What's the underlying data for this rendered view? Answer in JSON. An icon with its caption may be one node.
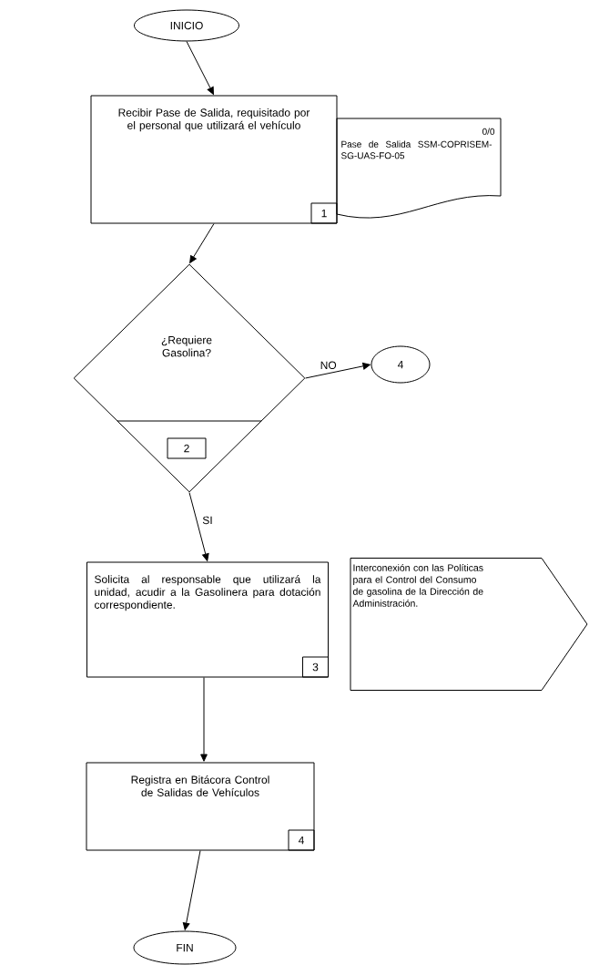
{
  "diagram": {
    "nodes": [
      {
        "text": [
          "INICIO"
        ]
      },
      {
        "text": [
          "Recibir Pase de Salida, requisitado por el personal que utilizará el vehículo",
          "1"
        ]
      },
      {
        "text": [
          "0/0",
          "Pase de Salida SSM-COPRISEM-SG-UAS-FO-05"
        ]
      },
      {
        "text": [
          "¿Requiere Gasolina?",
          "2"
        ]
      },
      {
        "text": [
          "4"
        ]
      },
      {
        "text": [
          "Solicita al responsable que utilizará la unidad, acudir a la Gasolinera para dotación correspondiente.",
          "3"
        ]
      },
      {
        "text": [
          "Interconexión con las Políticas para el Control del Consumo de gasolina de la Dirección de Administración."
        ]
      },
      {
        "text": [
          "Registra en Bitácora Control de Salidas de Vehículos",
          "4"
        ]
      },
      {
        "text": [
          "FIN"
        ]
      }
    ],
    "edges": [
      {
        "from": 0,
        "to": 1,
        "arrow": "to"
      },
      {
        "from": 1,
        "to": 3,
        "arrow": "to"
      },
      {
        "from": 3,
        "to": 4,
        "arrow": "to",
        "label": "NO"
      },
      {
        "from": 3,
        "to": 5,
        "arrow": "to",
        "label": "SI"
      },
      {
        "from": 5,
        "to": 7,
        "arrow": "to"
      },
      {
        "from": 7,
        "to": 8,
        "arrow": "to"
      }
    ]
  }
}
